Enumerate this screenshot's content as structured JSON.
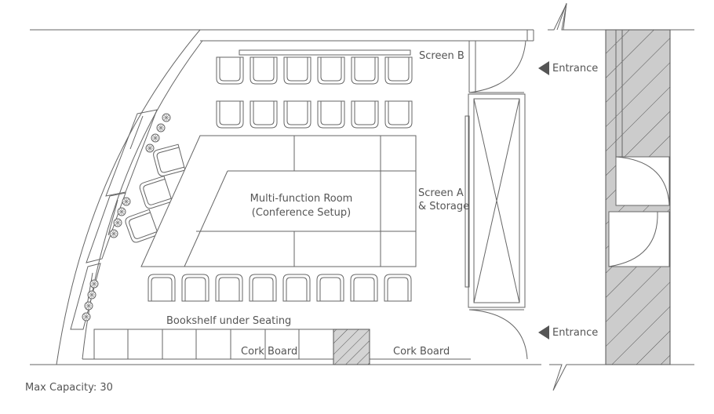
{
  "labels": {
    "screen_b": "Screen B",
    "screen_a_line1": "Screen A",
    "screen_a_line2": "& Storage",
    "entrance_top": "Entrance",
    "entrance_bottom": "Entrance",
    "room_line1": "Multi-function Room",
    "room_line2": "(Conference Setup)",
    "bookshelf": "Bookshelf under Seating",
    "cork_board_left": "Cork Board",
    "cork_board_right": "Cork Board",
    "capacity": "Max Capacity: 30"
  },
  "icons": {
    "chair": "chair-icon",
    "plant": "plant-icon",
    "entrance_arrow": "arrow-left-icon",
    "door_swing": "door-swing-icon",
    "storage": "storage-crossed-box-icon",
    "hatch": "hatched-wall-icon"
  },
  "colors": {
    "line": "#666666",
    "text": "#555555",
    "hatch_fill": "#cccccc",
    "arrow": "#555555"
  }
}
